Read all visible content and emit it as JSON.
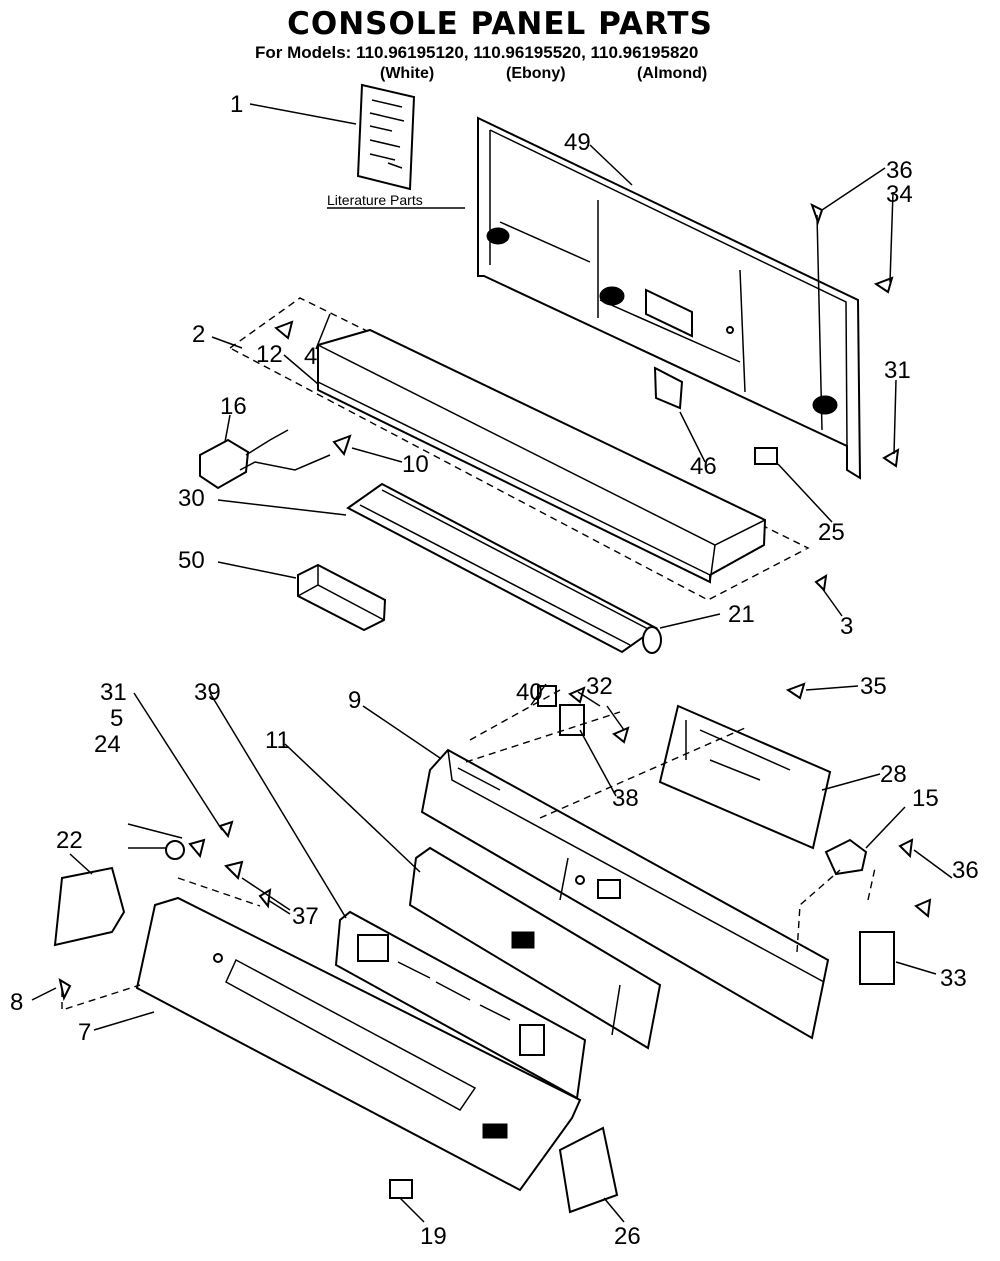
{
  "title": "CONSOLE PANEL PARTS",
  "models_line": "For Models: 110.96195120, 110.96195520, 110.96195820",
  "variants": [
    "(White)",
    "(Ebony)",
    "(Almond)"
  ],
  "literature_label": "Literature Parts",
  "callouts": [
    "1",
    "49",
    "36",
    "34",
    "2",
    "4",
    "12",
    "31",
    "16",
    "10",
    "46",
    "25",
    "30",
    "50",
    "21",
    "3",
    "35",
    "40",
    "32",
    "9",
    "11",
    "28",
    "31",
    "39",
    "5",
    "24",
    "22",
    "15",
    "38",
    "36",
    "37",
    "33",
    "8",
    "7",
    "19",
    "26"
  ]
}
